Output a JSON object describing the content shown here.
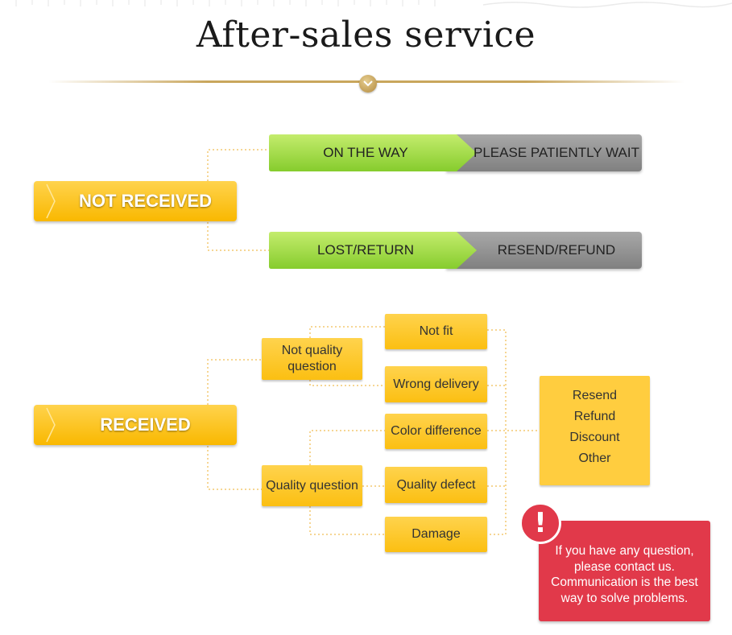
{
  "title": "After-sales service",
  "not_received": {
    "label": "NOT RECEIVED",
    "branches": [
      {
        "status": "ON THE WAY",
        "action": "PLEASE PATIENTLY WAIT"
      },
      {
        "status": "LOST/RETURN",
        "action": "RESEND/REFUND"
      }
    ]
  },
  "received": {
    "label": "RECEIVED",
    "not_quality": "Not quality question",
    "not_quality_lines": [
      "Not quality",
      "question"
    ],
    "quality": "Quality question",
    "issues": [
      "Not fit",
      "Wrong delivery",
      "Color difference",
      "Quality defect",
      "Damage"
    ],
    "solutions": [
      "Resend",
      "Refund",
      "Discount",
      "Other"
    ]
  },
  "notice": {
    "icon": "exclamation-icon",
    "lines": [
      "If you have any question,",
      "please contact us.",
      "Communication is the best",
      "way to solve problems."
    ]
  },
  "colors": {
    "yellow": "#fbbf12",
    "green": "#9ad83a",
    "gray": "#8a8a8a",
    "red": "#e1394a",
    "gold": "#c9a65c",
    "connector": "#f4c870"
  }
}
